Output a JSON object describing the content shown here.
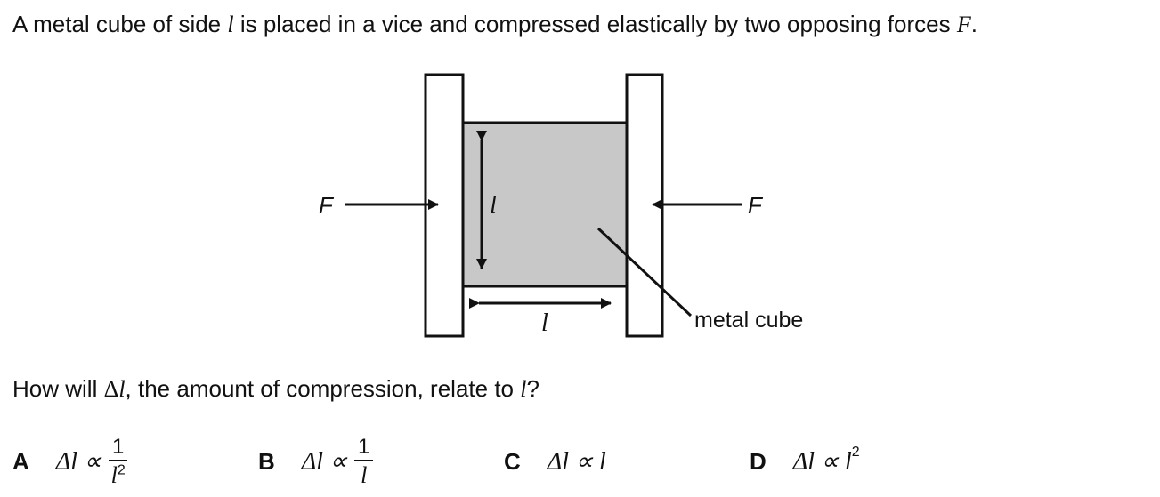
{
  "stem": {
    "part1": "A metal cube of side ",
    "var1": "l",
    "part2": " is placed in a vice and compressed elastically by two opposing forces ",
    "var2": "F",
    "part3": "."
  },
  "figure": {
    "force_left": "F",
    "force_right": "F",
    "height_label": "l",
    "width_label": "l",
    "cube_label": "metal cube",
    "cube_fill": "#c8c8c8"
  },
  "question": {
    "part1": "How will ",
    "delta": "Δ",
    "var1": "l",
    "part2": ", the amount of compression, relate to ",
    "var2": "l",
    "part3": "?"
  },
  "options": [
    {
      "letter": "A",
      "lhs": "Δl ∝",
      "num": "1",
      "den": "l",
      "den_sup": "2"
    },
    {
      "letter": "B",
      "lhs": "Δl ∝",
      "num": "1",
      "den": "l",
      "den_sup": ""
    },
    {
      "letter": "C",
      "lhs": "Δl ∝ l",
      "sup": ""
    },
    {
      "letter": "D",
      "lhs": "Δl ∝ l",
      "sup": "2"
    }
  ]
}
